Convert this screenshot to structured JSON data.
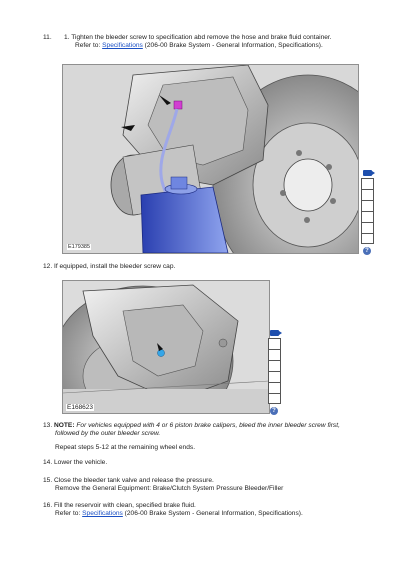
{
  "steps": {
    "s11": {
      "number": "11.",
      "sub_number": "1.",
      "text": "Tighten the bleeder screw to specification abd remove the hose and brake fluid container.",
      "ref_prefix": "Refer to:",
      "ref_link": "Specifications",
      "ref_suffix": "(206-00 Brake System - General Information, Specifications)."
    },
    "s12": {
      "number": "12.",
      "text": "If equipped, install the bleeder screw cap."
    },
    "s13": {
      "number": "13.",
      "note_label": "NOTE:",
      "note_text_1": "For vehicles equipped with 4 or 6 piston brake calipers, bleed the inner bleeder screw first,",
      "note_text_2": "followed by the outer bleeder screw.",
      "repeat_text": "Repeat steps 5-12 at the remaining wheel ends."
    },
    "s14": {
      "number": "14.",
      "text": "Lower the vehicle."
    },
    "s15": {
      "number": "15.",
      "text": "Close the bleeder tank valve and release the pressure.",
      "text_2": "Remove the General Equipment: Brake/Clutch System Pressure Bleeder/Filler"
    },
    "s16": {
      "number": "16.",
      "text": "Fill the reservoir with clean, specified brake fluid.",
      "ref_prefix": "Refer to:",
      "ref_link": "Specifications",
      "ref_suffix": "(206-00 Brake System - General Information, Specifications)."
    }
  },
  "figures": {
    "fig1": {
      "id": "E179385"
    },
    "fig2": {
      "id": "E168623"
    }
  },
  "toolbar": {
    "help_glyph": "?"
  }
}
